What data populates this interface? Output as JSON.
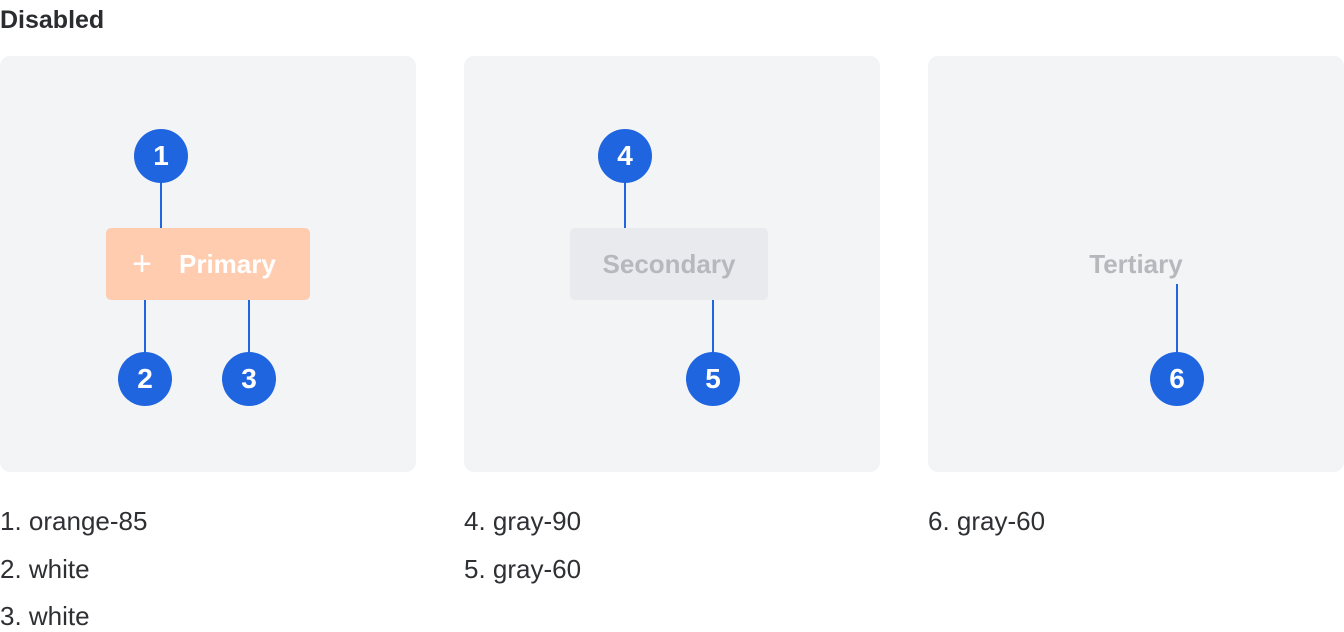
{
  "heading": "Disabled",
  "panels": [
    {
      "button_label": "Primary",
      "icon": "plus-icon",
      "markers": [
        "1",
        "2",
        "3"
      ],
      "notes": [
        "1. orange-85",
        "2. white",
        "3. white"
      ]
    },
    {
      "button_label": "Secondary",
      "markers": [
        "4",
        "5"
      ],
      "notes": [
        "4. gray-90",
        "5. gray-60"
      ]
    },
    {
      "button_label": "Tertiary",
      "markers": [
        "6"
      ],
      "notes": [
        "6. gray-60"
      ]
    }
  ],
  "colors": {
    "marker": "#1f65e0",
    "primary_disabled_bg": "#ffccb0",
    "secondary_disabled_bg": "#e9eaed",
    "disabled_text": "#b5b8bd",
    "panel_bg": "#f3f4f6"
  }
}
